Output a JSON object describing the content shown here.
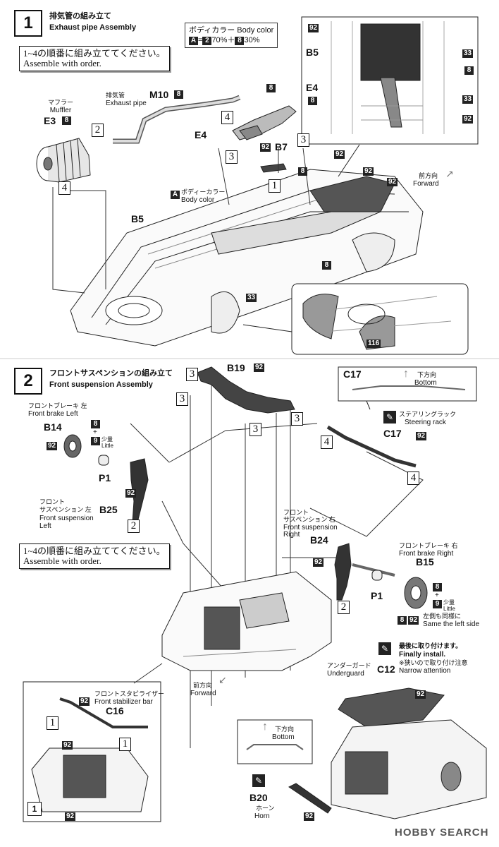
{
  "step1": {
    "number": "1",
    "title_jp": "排気管の組み立て",
    "title_en": "Exhaust pipe Assembly",
    "note_jp": "1~4の順番に組み立ててください。",
    "note_en": "Assemble with order.",
    "color_box": {
      "line1": "ボディカラー Body color",
      "a_label": "A",
      "eq": "=",
      "c1": "2",
      "p1": "70%＋",
      "c2": "8",
      "p2": "30%"
    },
    "muffler": {
      "jp": "マフラー",
      "en": "Muffler",
      "part": "E3",
      "color": "8"
    },
    "exhaust_pipe": {
      "jp": "排気管",
      "en": "Exhaust pipe",
      "part": "M10",
      "color": "8"
    },
    "e4": {
      "part": "E4",
      "color": "8"
    },
    "b7": {
      "part": "B7",
      "color": "92"
    },
    "body_color": {
      "a_label": "A",
      "jp": "ボディーカラー",
      "en": "Body color"
    },
    "b5": {
      "part": "B5"
    },
    "forward": {
      "jp": "前方向",
      "en": "Forward"
    },
    "inset": {
      "b5": "B5",
      "e4": "E4",
      "c92": "92",
      "c8": "8",
      "c33": "33"
    },
    "callouts": {
      "c92": "92",
      "c8": "8",
      "c33": "33",
      "c116": "116"
    },
    "order": {
      "o1": "1",
      "o2": "2",
      "o3": "3",
      "o4": "4"
    }
  },
  "step2": {
    "number": "2",
    "title_jp": "フロントサスペンションの組み立て",
    "title_en": "Front suspension Assembly",
    "note_jp": "1~4の順番に組み立ててください。",
    "note_en": "Assemble with order.",
    "b19": {
      "part": "B19",
      "color": "92"
    },
    "c17_box": {
      "part": "C17",
      "jp": "下方向",
      "en": "Bottom"
    },
    "steering": {
      "jp": "ステアリングラック",
      "en": "Steering rack",
      "part": "C17",
      "color": "92"
    },
    "brake_left": {
      "jp": "フロントブレーキ 左",
      "en": "Front brake Left",
      "part": "B14",
      "c8": "8",
      "plus": "+",
      "c9": "9",
      "little_jp": "少量",
      "little_en": "Little",
      "color": "92"
    },
    "p1_left": "P1",
    "susp_left": {
      "jp1": "フロント",
      "jp2": "サスペンション 左",
      "en1": "Front suspension",
      "en2": "Left",
      "part": "B25",
      "color": "92"
    },
    "susp_right": {
      "jp1": "フロント",
      "jp2": "サスペンション 右",
      "en1": "Front suspension",
      "en2": "Right",
      "part": "B24",
      "color": "92"
    },
    "brake_right": {
      "jp": "フロントブレーキ 右",
      "en": "Front brake Right",
      "part": "B15",
      "c8": "8",
      "plus": "+",
      "c9": "9",
      "little_jp": "少量",
      "little_en": "Little",
      "c8b": "8",
      "color": "92",
      "same_jp": "左側も同様に",
      "same_en": "Same the left side"
    },
    "p1_right": "P1",
    "forward": {
      "jp": "前方向",
      "en": "Forward"
    },
    "stabilizer": {
      "jp": "フロントスタビライザー",
      "en": "Front stabilizer bar",
      "part": "C16",
      "color": "92",
      "step_ref": "1",
      "c92b": "92"
    },
    "final": {
      "jp": "最後に取り付けます。",
      "en": "Finally install.",
      "warn_jp": "※狭いので取り付け注意",
      "warn_en": "Narrow attention"
    },
    "underguard": {
      "jp": "アンダーガード",
      "en": "Underguard",
      "part": "C12",
      "color": "92"
    },
    "horn_box": {
      "jp": "下方向",
      "en": "Bottom"
    },
    "horn": {
      "part": "B20",
      "jp": "ホーン",
      "en": "Horn",
      "color": "92"
    },
    "order": {
      "o1": "1",
      "o2": "2",
      "o3": "3",
      "o4": "4"
    }
  },
  "watermark": "HOBBY SEARCH"
}
